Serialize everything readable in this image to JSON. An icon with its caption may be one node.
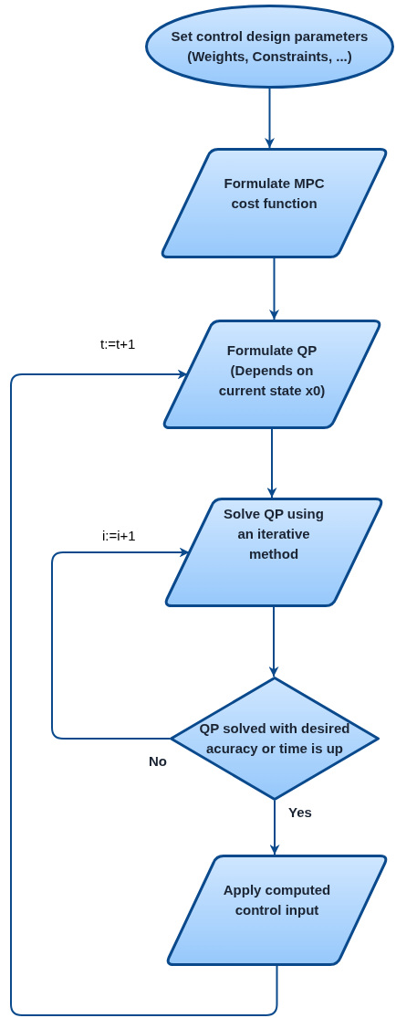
{
  "diagram": {
    "nodes": [
      {
        "text": [
          "Set control design parameters (Weights, Constraints, ...)"
        ]
      },
      {
        "text": [
          "Formulate MPC cost function"
        ]
      },
      {
        "text": [
          "Formulate QP (Depends on current state x0)"
        ]
      },
      {
        "text": [
          "Solve QP using an iterative method"
        ]
      },
      {
        "text": [
          "QP solved with desired acuracy or time is up"
        ]
      },
      {
        "text": [
          "Apply computed control input"
        ]
      }
    ],
    "edges": [
      {
        "from": 0,
        "to": 1,
        "arrow": "to"
      },
      {
        "from": 1,
        "to": 2,
        "arrow": "to"
      },
      {
        "from": 2,
        "to": 3,
        "arrow": "to"
      },
      {
        "from": 3,
        "to": 4,
        "arrow": "to"
      },
      {
        "from": 4,
        "to": 3,
        "arrow": "to",
        "label": "i:=i+1"
      },
      {
        "from": 4,
        "to": 5,
        "arrow": "to",
        "label": "Yes"
      },
      {
        "from": 5,
        "to": 2,
        "arrow": "to",
        "label": "t:=t+1"
      }
    ],
    "labels": [
      "No"
    ]
  }
}
